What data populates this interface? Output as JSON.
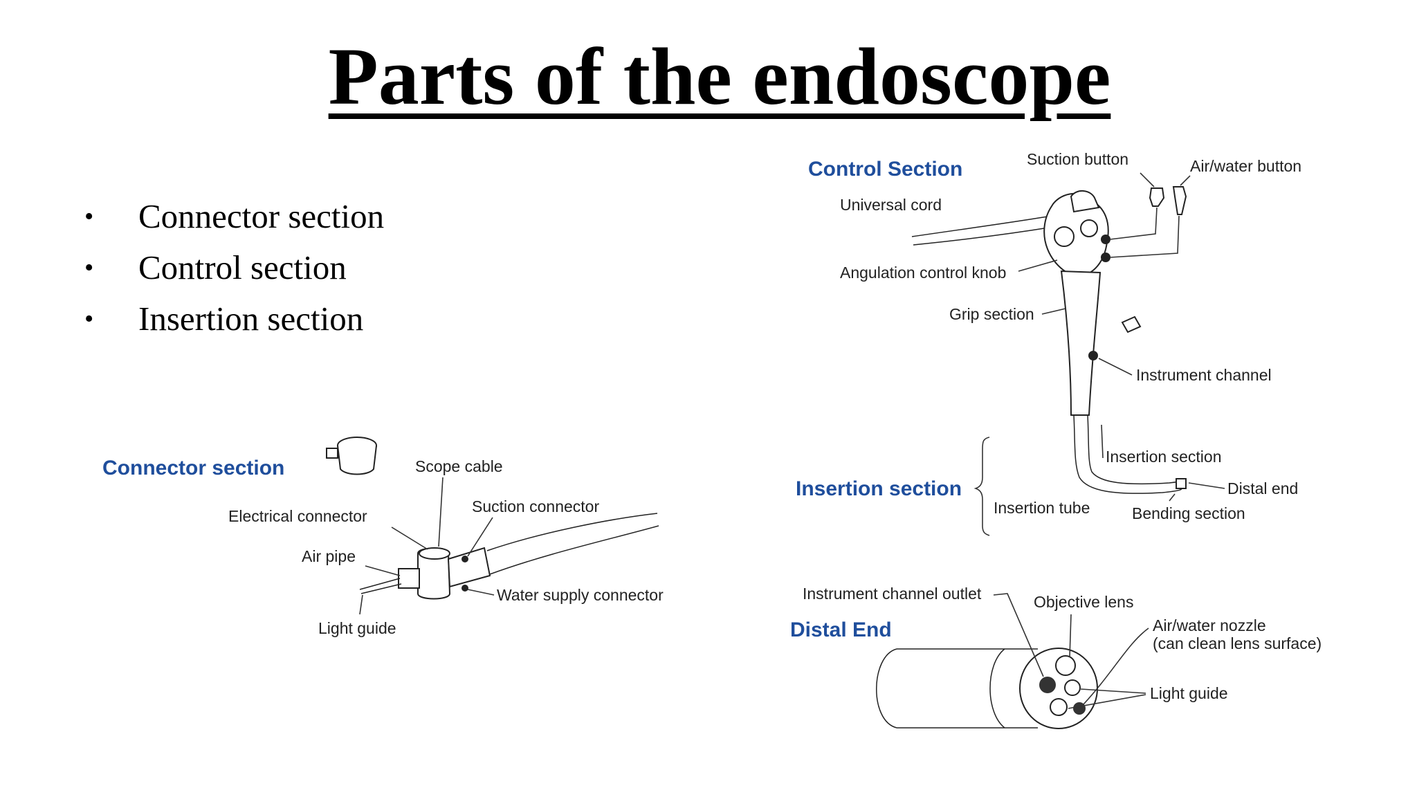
{
  "title": "Parts of the endoscope",
  "bullets": [
    "Connector section",
    "Control section",
    "Insertion section"
  ],
  "accent_color": "#1f4e9c",
  "control": {
    "heading": "Control Section",
    "suction_button": "Suction button",
    "airwater_button": "Air/water button",
    "universal_cord": "Universal cord",
    "angulation_knob": "Angulation control knob",
    "grip_section": "Grip section",
    "instrument_channel": "Instrument channel"
  },
  "insertion": {
    "heading": "Insertion section",
    "insertion_section": "Insertion section",
    "insertion_tube": "Insertion tube",
    "distal_end": "Distal end",
    "bending_section": "Bending section"
  },
  "connector": {
    "heading": "Connector section",
    "scope_cable": "Scope cable",
    "electrical_connector": "Electrical connector",
    "suction_connector": "Suction connector",
    "air_pipe": "Air pipe",
    "water_supply_connector": "Water supply connector",
    "light_guide": "Light guide"
  },
  "distal": {
    "heading": "Distal End",
    "instrument_outlet": "Instrument channel outlet",
    "objective_lens": "Objective lens",
    "nozzle_line1": "Air/water nozzle",
    "nozzle_line2": "(can clean lens surface)",
    "light_guide": "Light guide"
  }
}
